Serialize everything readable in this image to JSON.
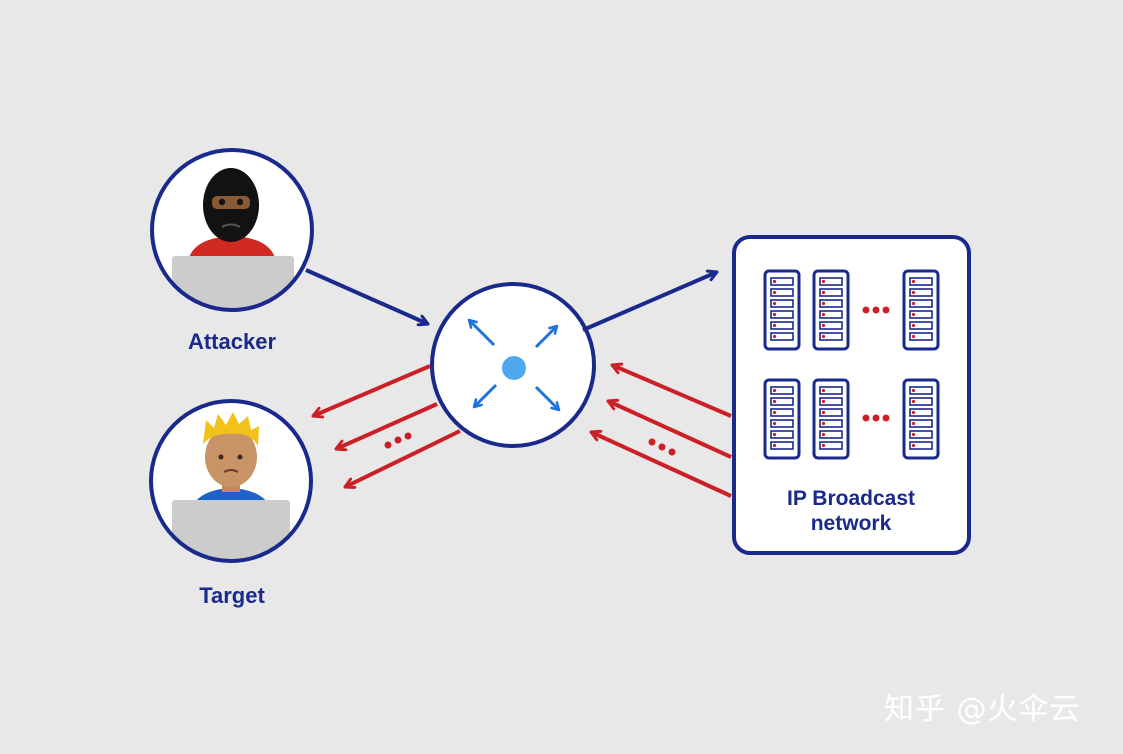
{
  "labels": {
    "attacker": "Attacker",
    "target": "Target",
    "network_line1": "IP Broadcast",
    "network_line2": "network"
  },
  "watermark": "知乎 @火伞云",
  "colors": {
    "background": "#e8e8e8",
    "navy": "#1a2a8c",
    "red": "#cc2027",
    "router_blue": "#1e73d8",
    "router_dot": "#4ea8f0",
    "laptop": "#cccccc"
  },
  "icons": {
    "attacker": "masked-hacker-avatar",
    "target": "blond-person-avatar",
    "router": "router-node",
    "servers": "server-rack"
  }
}
